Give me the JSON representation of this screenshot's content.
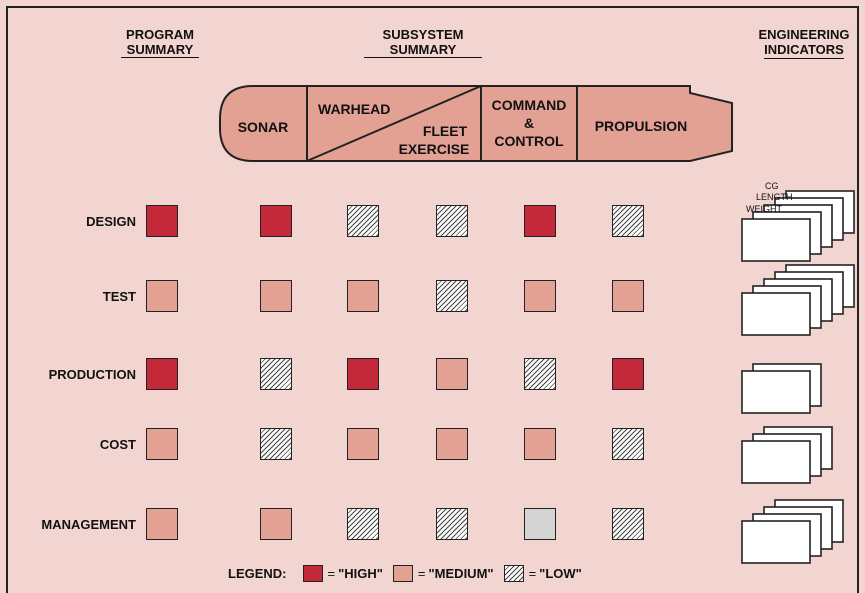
{
  "headers": {
    "program_summary": [
      "PROGRAM",
      "SUMMARY"
    ],
    "subsystem_summary": [
      "SUBSYSTEM",
      "SUMMARY"
    ],
    "engineering_indicators": [
      "ENGINEERING",
      "INDICATORS"
    ]
  },
  "missile": {
    "sonar": "SONAR",
    "warhead": "WARHEAD",
    "fleet_exercise": [
      "FLEET",
      "EXERCISE"
    ],
    "command_control": [
      "COMMAND",
      "&",
      "CONTROL"
    ],
    "propulsion": "PROPULSION"
  },
  "rows": [
    {
      "label": "DESIGN",
      "program": "high",
      "subsystems": [
        "high",
        "low",
        "low",
        "high",
        "low"
      ],
      "indicator_sheets": 5
    },
    {
      "label": "TEST",
      "program": "medium",
      "subsystems": [
        "medium",
        "medium",
        "low",
        "medium",
        "medium"
      ],
      "indicator_sheets": 5
    },
    {
      "label": "PRODUCTION",
      "program": "high",
      "subsystems": [
        "low",
        "high",
        "medium",
        "low",
        "high"
      ],
      "indicator_sheets": 2
    },
    {
      "label": "COST",
      "program": "medium",
      "subsystems": [
        "low",
        "medium",
        "medium",
        "medium",
        "low"
      ],
      "indicator_sheets": 3
    },
    {
      "label": "MANAGEMENT",
      "program": "medium",
      "subsystems": [
        "medium",
        "low",
        "low",
        "none",
        "low"
      ],
      "indicator_sheets": 4
    }
  ],
  "indicator_labels": [
    "CG",
    "LENGTH",
    "WEIGHT"
  ],
  "legend": {
    "title": "LEGEND:",
    "eq": "=",
    "high": "\"HIGH\"",
    "medium": "\"MEDIUM\"",
    "low": "\"LOW\""
  },
  "colors": {
    "high": "#c4293a",
    "medium": "#e2a193",
    "low": "hatched",
    "none": "#d4d4d4",
    "background": "#f2d5d0"
  }
}
